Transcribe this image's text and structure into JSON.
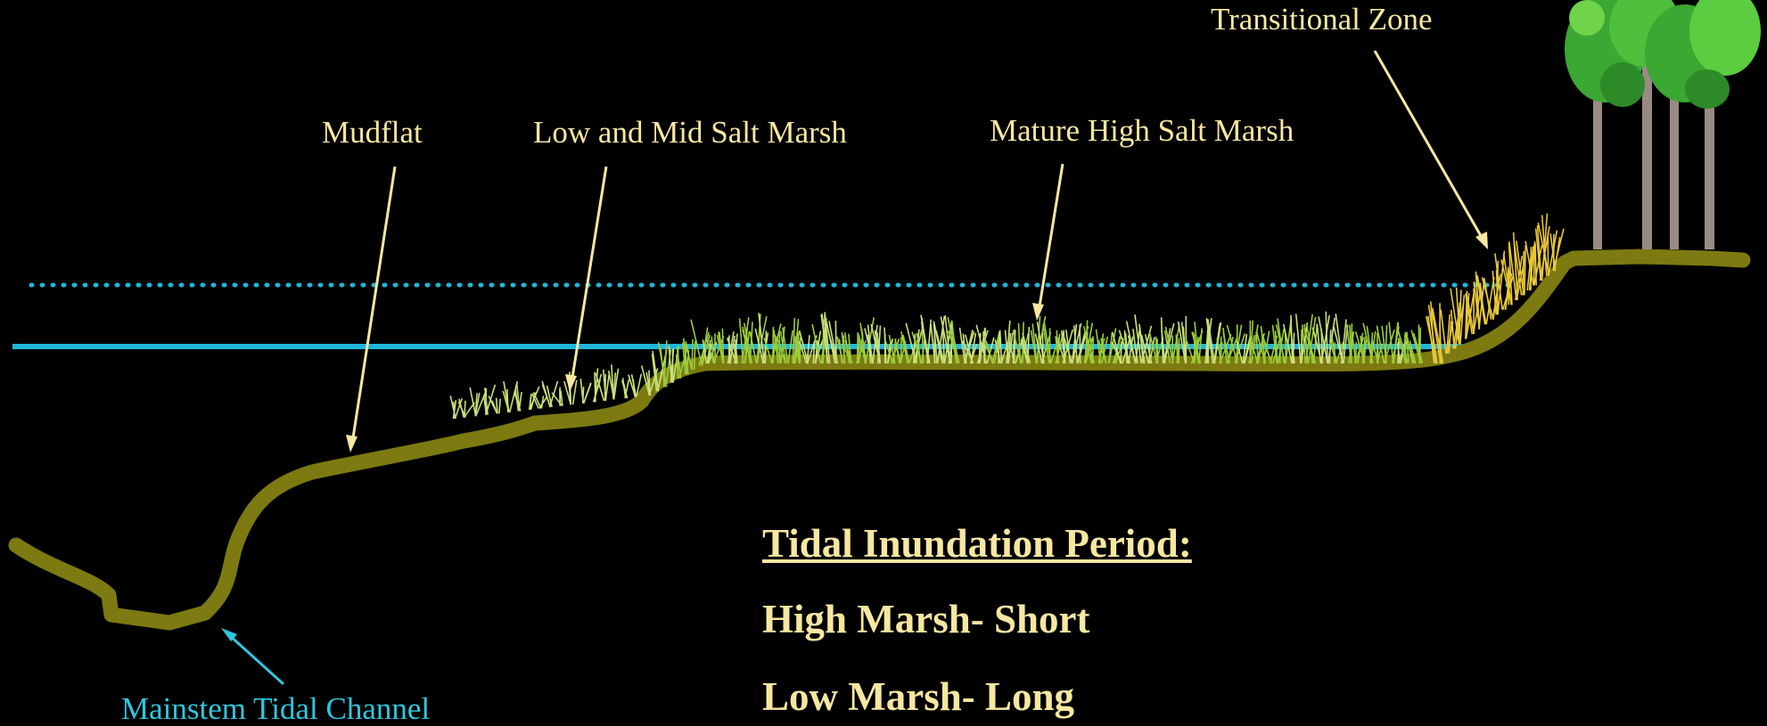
{
  "labels": {
    "mudflat": "Mudflat",
    "low_mid_marsh": "Low and Mid Salt Marsh",
    "mature_high_marsh": "Mature High Salt Marsh",
    "transitional_zone": "Transitional Zone",
    "mainstem_channel": "Mainstem Tidal Channel"
  },
  "inundation": {
    "heading": "Tidal Inundation Period:",
    "high_marsh": "High Marsh- Short",
    "low_marsh": "Low Marsh- Long"
  },
  "colors": {
    "background": "#000000",
    "label_text": "#f7e7a0",
    "water_line": "#1fb6da",
    "channel_label": "#2fc7e0",
    "ground": "#7c7a10",
    "grass_light": "#c8e07a",
    "grass_green": "#9acc3a",
    "grass_yellow": "#e8c83a",
    "tree_green": "#3aa832",
    "tree_trunk": "#9a8a84"
  },
  "icons": {
    "trees": "tree-cluster-icon",
    "grass": "grass-tuft-icon"
  }
}
